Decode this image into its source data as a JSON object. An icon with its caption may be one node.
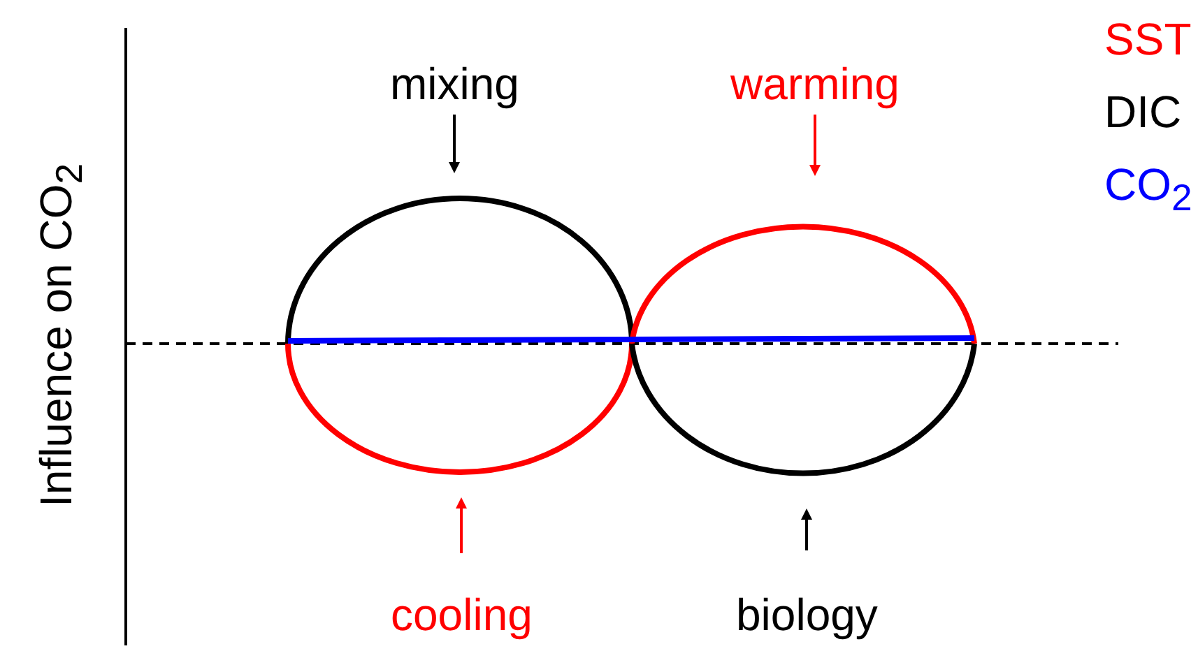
{
  "diagram": {
    "labels": [
      "Influence on CO$_{2}$",
      "mixing",
      "warming",
      "cooling",
      "biology"
    ],
    "legend": [
      {
        "text": "SST",
        "color": "#ff0000"
      },
      {
        "text": "DIC",
        "color": "#000000"
      },
      {
        "text": "CO$_{2}$",
        "color": "#0000ff"
      }
    ]
  }
}
